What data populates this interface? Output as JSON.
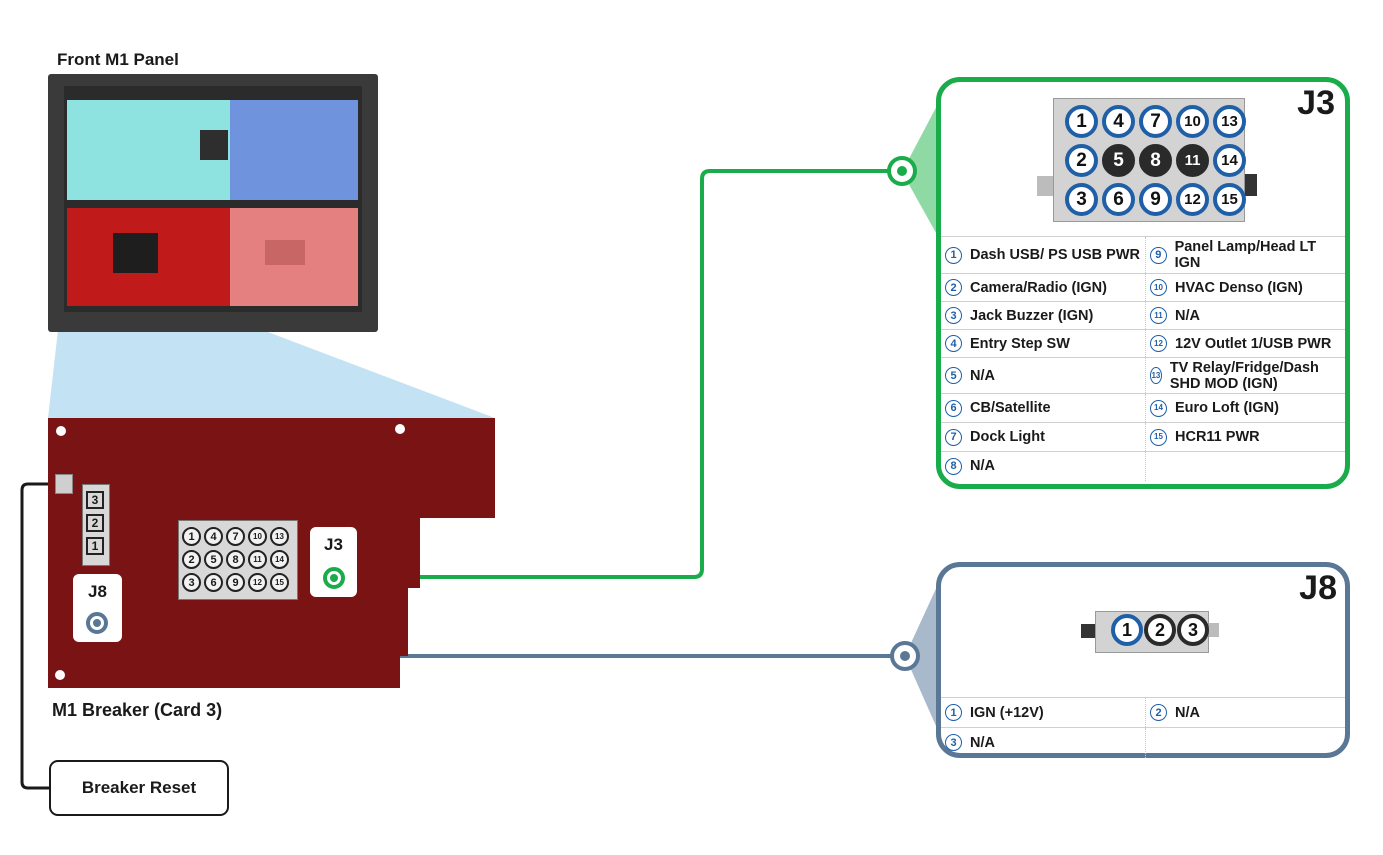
{
  "front_panel": {
    "label": "Front M1 Panel"
  },
  "board": {
    "label": "M1 Breaker (Card 3)",
    "j3_tag": "J3",
    "j8_tag": "J8",
    "j8_pins": [
      "1",
      "2",
      "3"
    ],
    "j3_pins": [
      "1",
      "2",
      "3",
      "4",
      "5",
      "6",
      "7",
      "8",
      "9",
      "10",
      "11",
      "12",
      "13",
      "14",
      "15"
    ]
  },
  "breaker_reset": {
    "label": "Breaker Reset"
  },
  "j3": {
    "title": "J3",
    "connector_rows": [
      [
        "1",
        "4",
        "7",
        "10",
        "13"
      ],
      [
        "2",
        "5",
        "8",
        "11",
        "14"
      ],
      [
        "3",
        "6",
        "9",
        "12",
        "15"
      ]
    ],
    "left": [
      {
        "n": "1",
        "label": "Dash USB/ PS USB PWR"
      },
      {
        "n": "2",
        "label": "Camera/Radio (IGN)"
      },
      {
        "n": "3",
        "label": "Jack Buzzer (IGN)"
      },
      {
        "n": "4",
        "label": "Entry Step SW"
      },
      {
        "n": "5",
        "label": "N/A"
      },
      {
        "n": "6",
        "label": "CB/Satellite"
      },
      {
        "n": "7",
        "label": "Dock Light"
      },
      {
        "n": "8",
        "label": "N/A"
      }
    ],
    "right": [
      {
        "n": "9",
        "label": "Panel Lamp/Head LT IGN"
      },
      {
        "n": "10",
        "label": "HVAC Denso (IGN)"
      },
      {
        "n": "11",
        "label": "N/A"
      },
      {
        "n": "12",
        "label": "12V Outlet 1/USB PWR"
      },
      {
        "n": "13",
        "label": "TV Relay/Fridge/Dash SHD MOD (IGN)"
      },
      {
        "n": "14",
        "label": "Euro Loft (IGN)"
      },
      {
        "n": "15",
        "label": "HCR11 PWR"
      }
    ]
  },
  "j8": {
    "title": "J8",
    "connector_pins": [
      "1",
      "2",
      "3"
    ],
    "left": [
      {
        "n": "1",
        "label": "IGN (+12V)"
      },
      {
        "n": "3",
        "label": "N/A"
      }
    ],
    "right": [
      {
        "n": "2",
        "label": "N/A"
      }
    ]
  },
  "colors": {
    "j3_accent": "#1aab4a",
    "j8_accent": "#5a7896",
    "board": "#7a1414",
    "pin_blue": "#1f5fa8"
  }
}
